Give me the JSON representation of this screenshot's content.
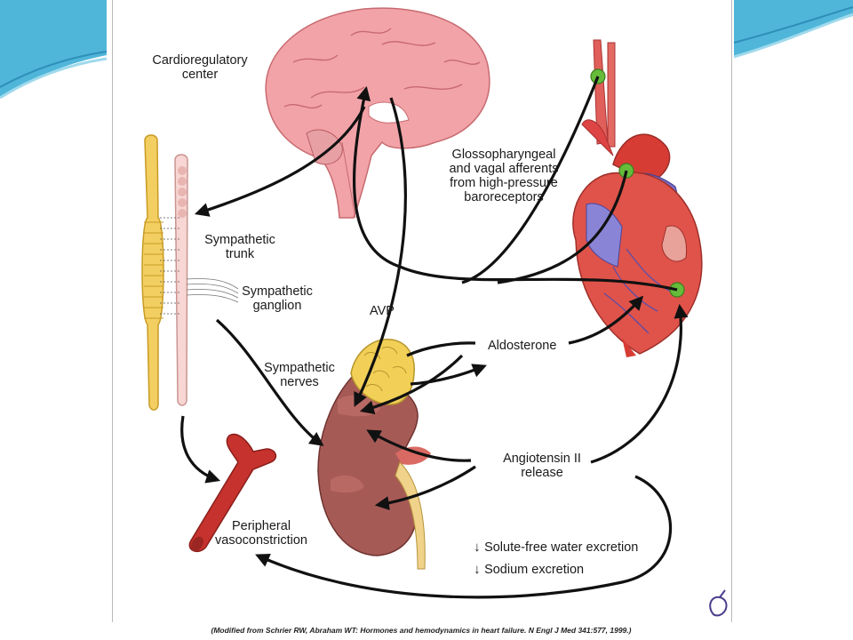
{
  "labels": {
    "cardioregulatory_center": "Cardioregulatory\ncenter",
    "sympathetic_trunk": "Sympathetic\ntrunk",
    "sympathetic_ganglion": "Sympathetic\nganglion",
    "sympathetic_nerves": "Sympathetic\nnerves",
    "avp": "AVP",
    "glossopharyngeal": "Glossopharyngeal\nand vagal afferents\nfrom high-pressure\nbaroreceptors",
    "aldosterone": "Aldosterone",
    "angiotensin": "Angiotensin II\nrelease",
    "peripheral": "Peripheral\nvasoconstriction",
    "solute_free": "Solute-free water excretion",
    "sodium": "Sodium excretion",
    "down_arrow": "↓"
  },
  "caption": "(Modified from Schrier RW, Abraham WT: Hormones and hemodynamics in heart failure. N Engl J Med 341:577, 1999.)",
  "colors": {
    "slide_accent": "#4fb6d9",
    "brain": "#f2a3a8",
    "heart": "#d9483b",
    "kidney": "#a65a56",
    "adrenal": "#f2cf57",
    "artery": "#c6322d",
    "spinal_cord": "#f3cf62",
    "receptor": "#66bb3a",
    "arrow": "#111111"
  }
}
